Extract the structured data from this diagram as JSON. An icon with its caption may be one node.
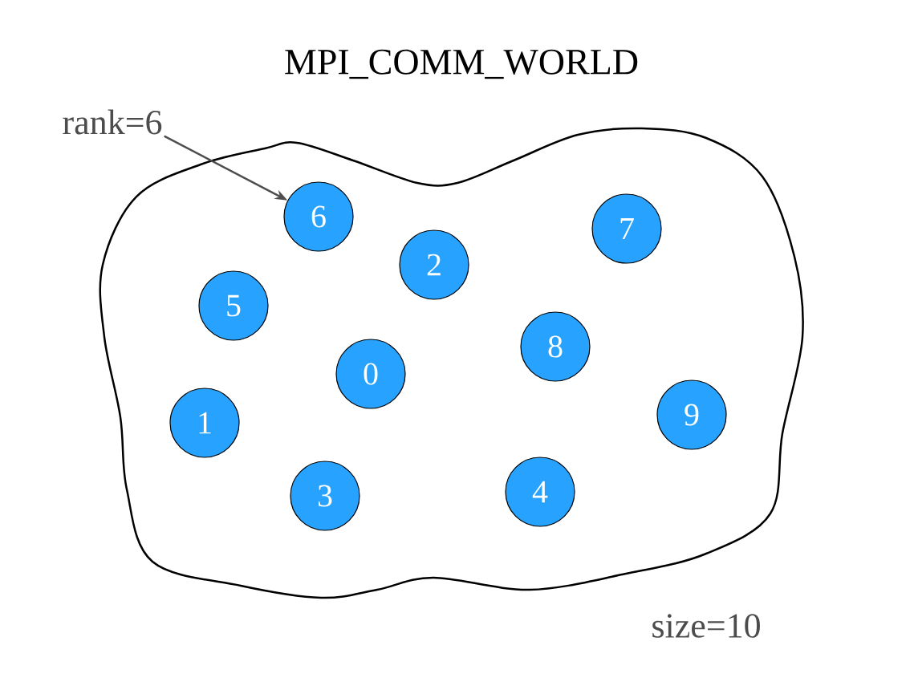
{
  "diagram": {
    "title": "MPI_COMM_WORLD",
    "nodes": [
      {
        "text": [],
        "shape": "cloud",
        "beside": [
          "size=10"
        ]
      },
      {
        "text": [
          "6"
        ],
        "in": 0
      },
      {
        "text": [
          "7"
        ],
        "in": 0
      },
      {
        "text": [
          "2"
        ],
        "in": 0
      },
      {
        "text": [
          "5"
        ],
        "in": 0
      },
      {
        "text": [
          "8"
        ],
        "in": 0
      },
      {
        "text": [
          "0"
        ],
        "in": 0
      },
      {
        "text": [
          "9"
        ],
        "in": 0
      },
      {
        "text": [
          "1"
        ],
        "in": 0
      },
      {
        "text": [
          "4"
        ],
        "in": 0
      },
      {
        "text": [
          "3"
        ],
        "in": 0
      },
      {
        "text": [
          "rank=6"
        ]
      }
    ],
    "edges": [
      {
        "from": 11,
        "to": 1,
        "arrow": "to",
        "color": "#4d4d4d"
      }
    ]
  }
}
